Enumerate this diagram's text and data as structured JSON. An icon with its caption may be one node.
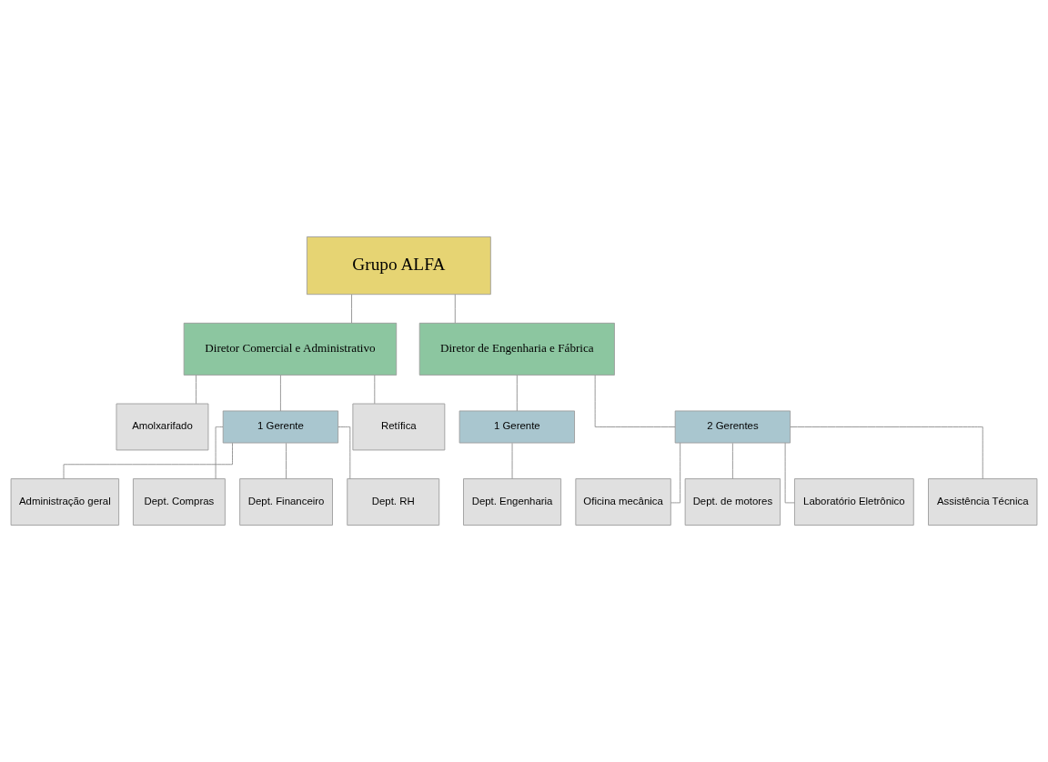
{
  "diagram": {
    "nodes": [
      {
        "text": [
          "Grupo ALFA"
        ]
      },
      {
        "text": [
          "Diretor Comercial e Administrativo"
        ]
      },
      {
        "text": [
          "Diretor de Engenharia e Fábrica"
        ]
      },
      {
        "text": [
          "Amolxarifado"
        ]
      },
      {
        "text": [
          "1 Gerente"
        ]
      },
      {
        "text": [
          "Retífica"
        ]
      },
      {
        "text": [
          "Administração geral"
        ]
      },
      {
        "text": [
          "Dept. Compras"
        ]
      },
      {
        "text": [
          "Dept. Financeiro"
        ]
      },
      {
        "text": [
          "Dept. RH"
        ]
      },
      {
        "text": [
          "1 Gerente"
        ]
      },
      {
        "text": [
          "2 Gerentes"
        ]
      },
      {
        "text": [
          "Dept. Engenharia"
        ]
      },
      {
        "text": [
          "Oficina mecânica"
        ]
      },
      {
        "text": [
          "Dept. de motores"
        ]
      },
      {
        "text": [
          "Laboratório Eletrônico"
        ]
      },
      {
        "text": [
          "Assistência Técnica"
        ]
      }
    ],
    "edges": [
      {
        "from": 0,
        "to": 1,
        "arrow": "none"
      },
      {
        "from": 0,
        "to": 2,
        "arrow": "none"
      },
      {
        "from": 1,
        "to": 3,
        "arrow": "none"
      },
      {
        "from": 1,
        "to": 4,
        "arrow": "none"
      },
      {
        "from": 1,
        "to": 5,
        "arrow": "none"
      },
      {
        "from": 4,
        "to": 6,
        "arrow": "none"
      },
      {
        "from": 4,
        "to": 7,
        "arrow": "none"
      },
      {
        "from": 4,
        "to": 8,
        "arrow": "none"
      },
      {
        "from": 4,
        "to": 9,
        "arrow": "none"
      },
      {
        "from": 2,
        "to": 10,
        "arrow": "none"
      },
      {
        "from": 2,
        "to": 11,
        "arrow": "none"
      },
      {
        "from": 10,
        "to": 12,
        "arrow": "none"
      },
      {
        "from": 11,
        "to": 13,
        "arrow": "none"
      },
      {
        "from": 11,
        "to": 14,
        "arrow": "none"
      },
      {
        "from": 11,
        "to": 15,
        "arrow": "none"
      },
      {
        "from": 11,
        "to": 16,
        "arrow": "none"
      }
    ]
  }
}
